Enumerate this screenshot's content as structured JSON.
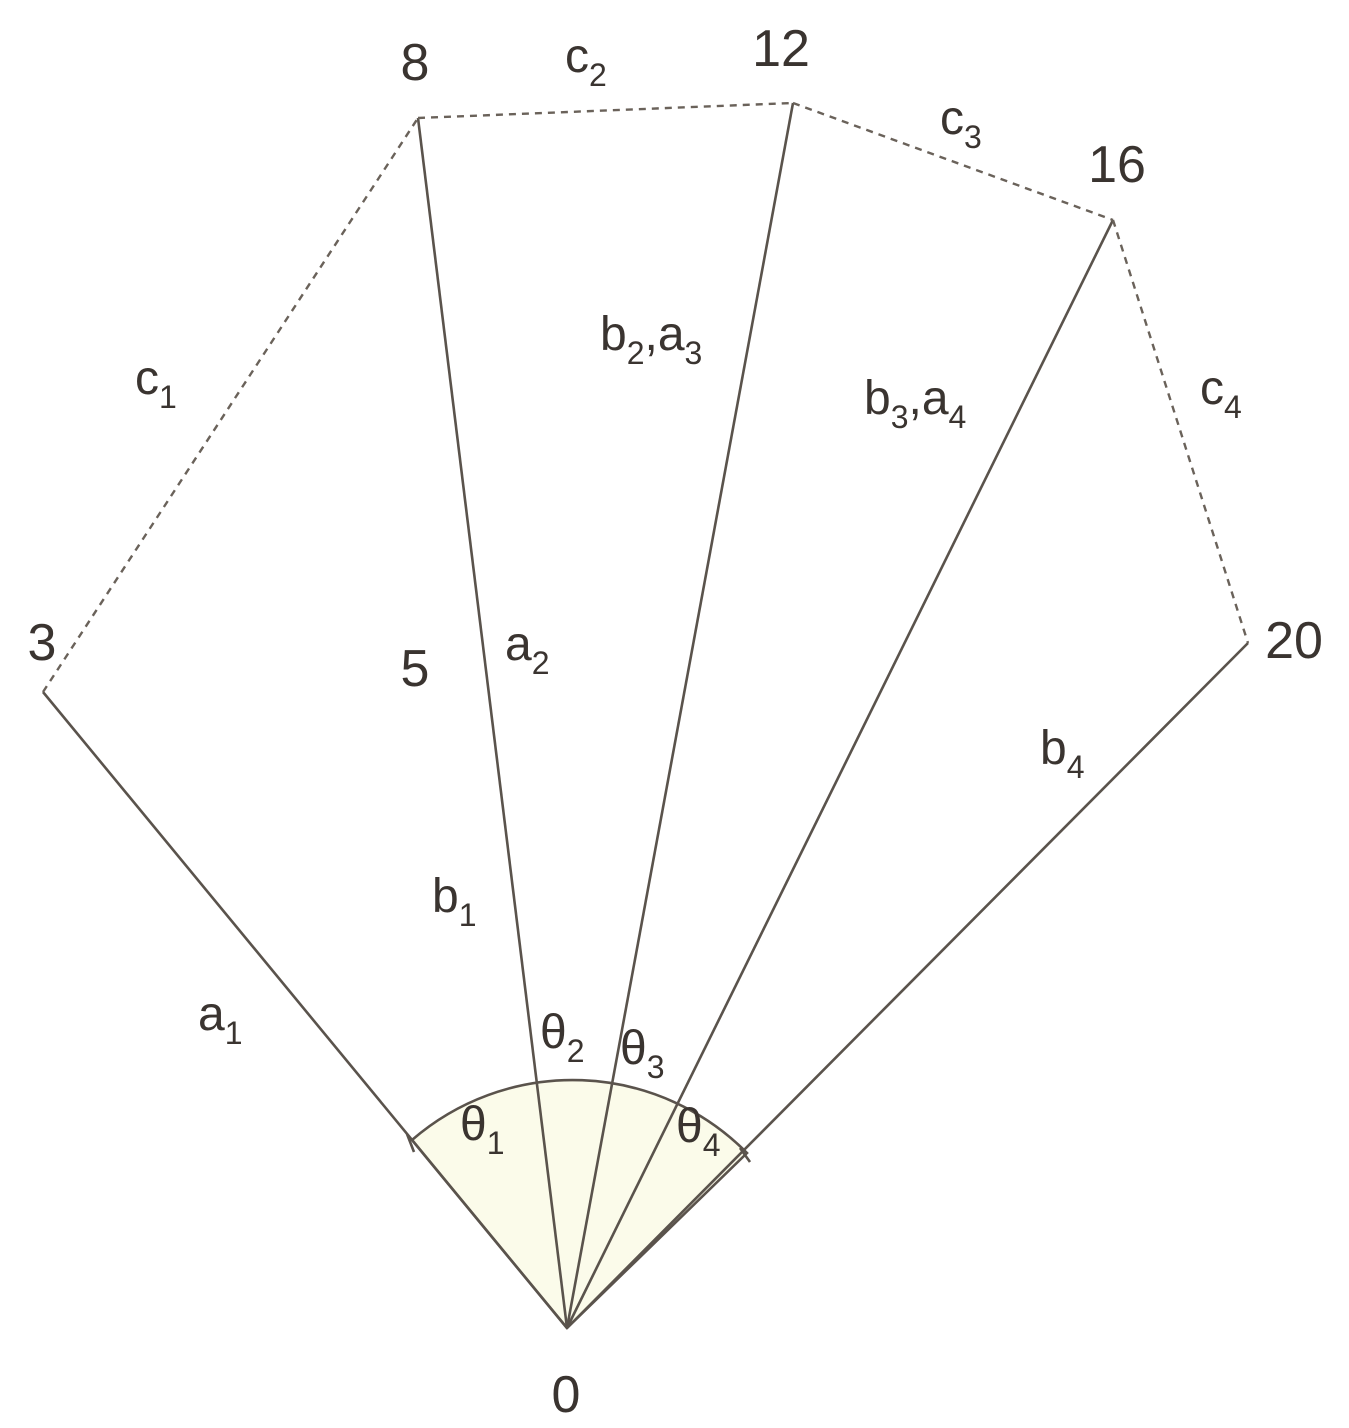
{
  "diagram": {
    "nodes": [
      {
        "id": "0",
        "label": "0"
      },
      {
        "id": "3",
        "label": "3"
      },
      {
        "id": "5",
        "label": "5"
      },
      {
        "id": "8",
        "label": "8"
      },
      {
        "id": "12",
        "label": "12"
      },
      {
        "id": "16",
        "label": "16"
      },
      {
        "id": "20",
        "label": "20"
      }
    ],
    "edge_labels": {
      "a1": {
        "base": "a",
        "sub": "1"
      },
      "b1": {
        "base": "b",
        "sub": "1"
      },
      "a2": {
        "base": "a",
        "sub": "2"
      },
      "b2a3": {
        "base1": "b",
        "sub1": "2",
        "sep": ",",
        "base2": "a",
        "sub2": "3"
      },
      "b3a4": {
        "base1": "b",
        "sub1": "3",
        "sep": ",",
        "base2": "a",
        "sub2": "4"
      },
      "b4": {
        "base": "b",
        "sub": "4"
      },
      "c1": {
        "base": "c",
        "sub": "1"
      },
      "c2": {
        "base": "c",
        "sub": "2"
      },
      "c3": {
        "base": "c",
        "sub": "3"
      },
      "c4": {
        "base": "c",
        "sub": "4"
      }
    },
    "angle_labels": {
      "theta1": {
        "base": "θ",
        "sub": "1"
      },
      "theta2": {
        "base": "θ",
        "sub": "2"
      },
      "theta3": {
        "base": "θ",
        "sub": "3"
      },
      "theta4": {
        "base": "θ",
        "sub": "4"
      }
    },
    "colors": {
      "line": "#5a534c",
      "dashed": "#6a625a",
      "sector_fill": "#fbfbea",
      "text": "#3a3430"
    }
  }
}
